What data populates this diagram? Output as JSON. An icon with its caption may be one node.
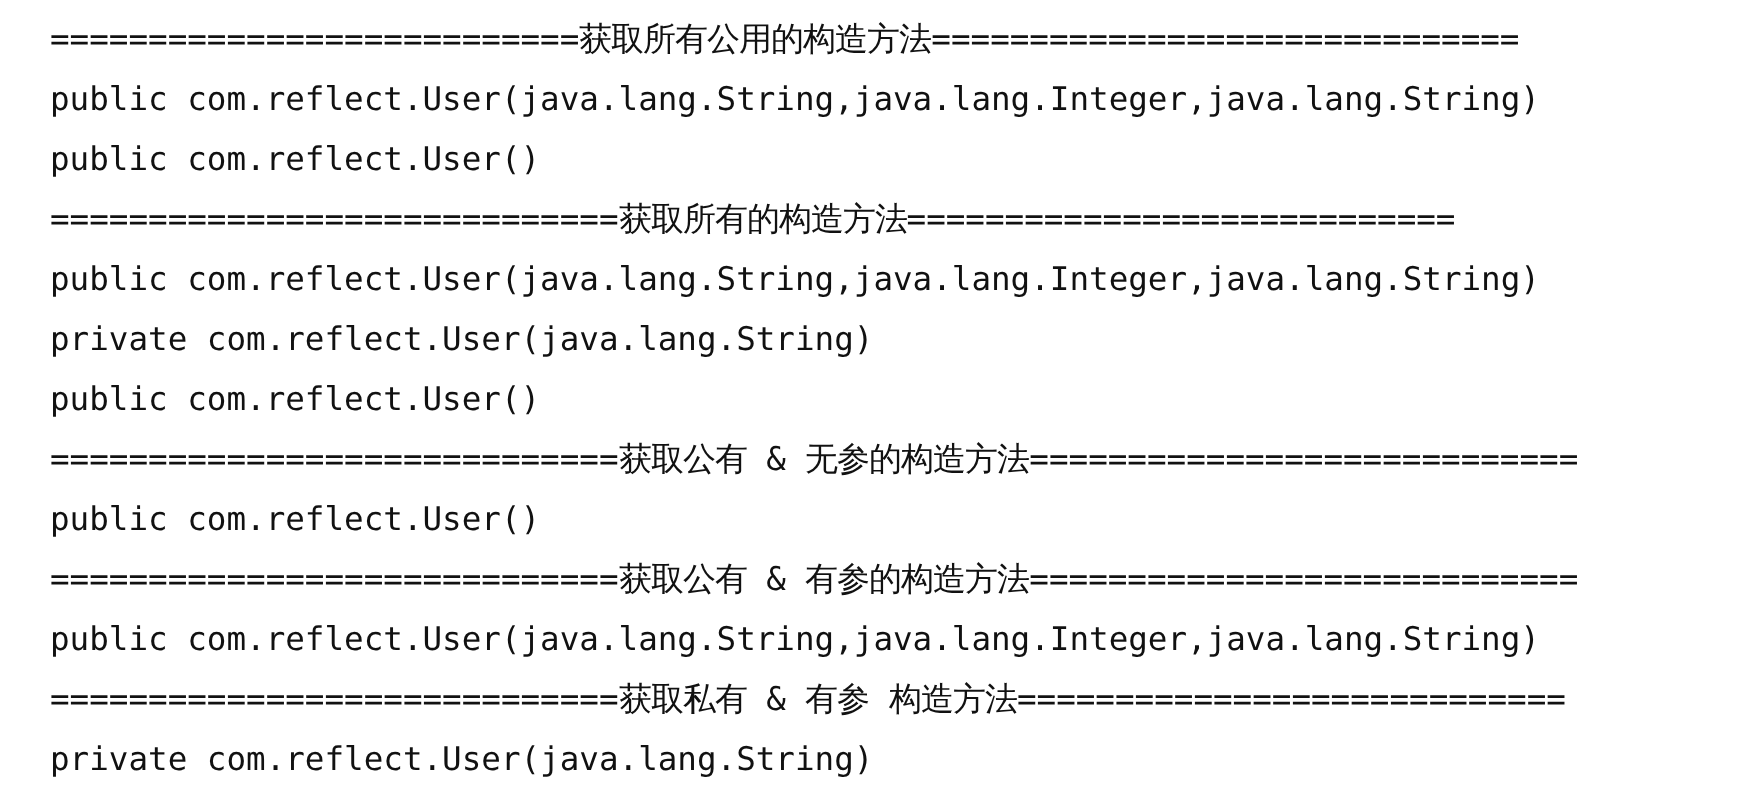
{
  "diagram": {
    "labels": [
      "===========================获取所有公用的构造方法==============================",
      "public com.reflect.User(java.lang.String,java.lang.Integer,java.lang.String)",
      "public com.reflect.User()",
      "=============================获取所有的构造方法============================",
      "public com.reflect.User(java.lang.String,java.lang.Integer,java.lang.String)",
      "private com.reflect.User(java.lang.String)",
      "public com.reflect.User()",
      "=============================获取公有 & 无参的构造方法============================",
      "public com.reflect.User()",
      "=============================获取公有 & 有参的构造方法============================",
      "public com.reflect.User(java.lang.String,java.lang.Integer,java.lang.String)",
      "=============================获取私有 & 有参 构造方法============================",
      "private com.reflect.User(java.lang.String)"
    ]
  }
}
